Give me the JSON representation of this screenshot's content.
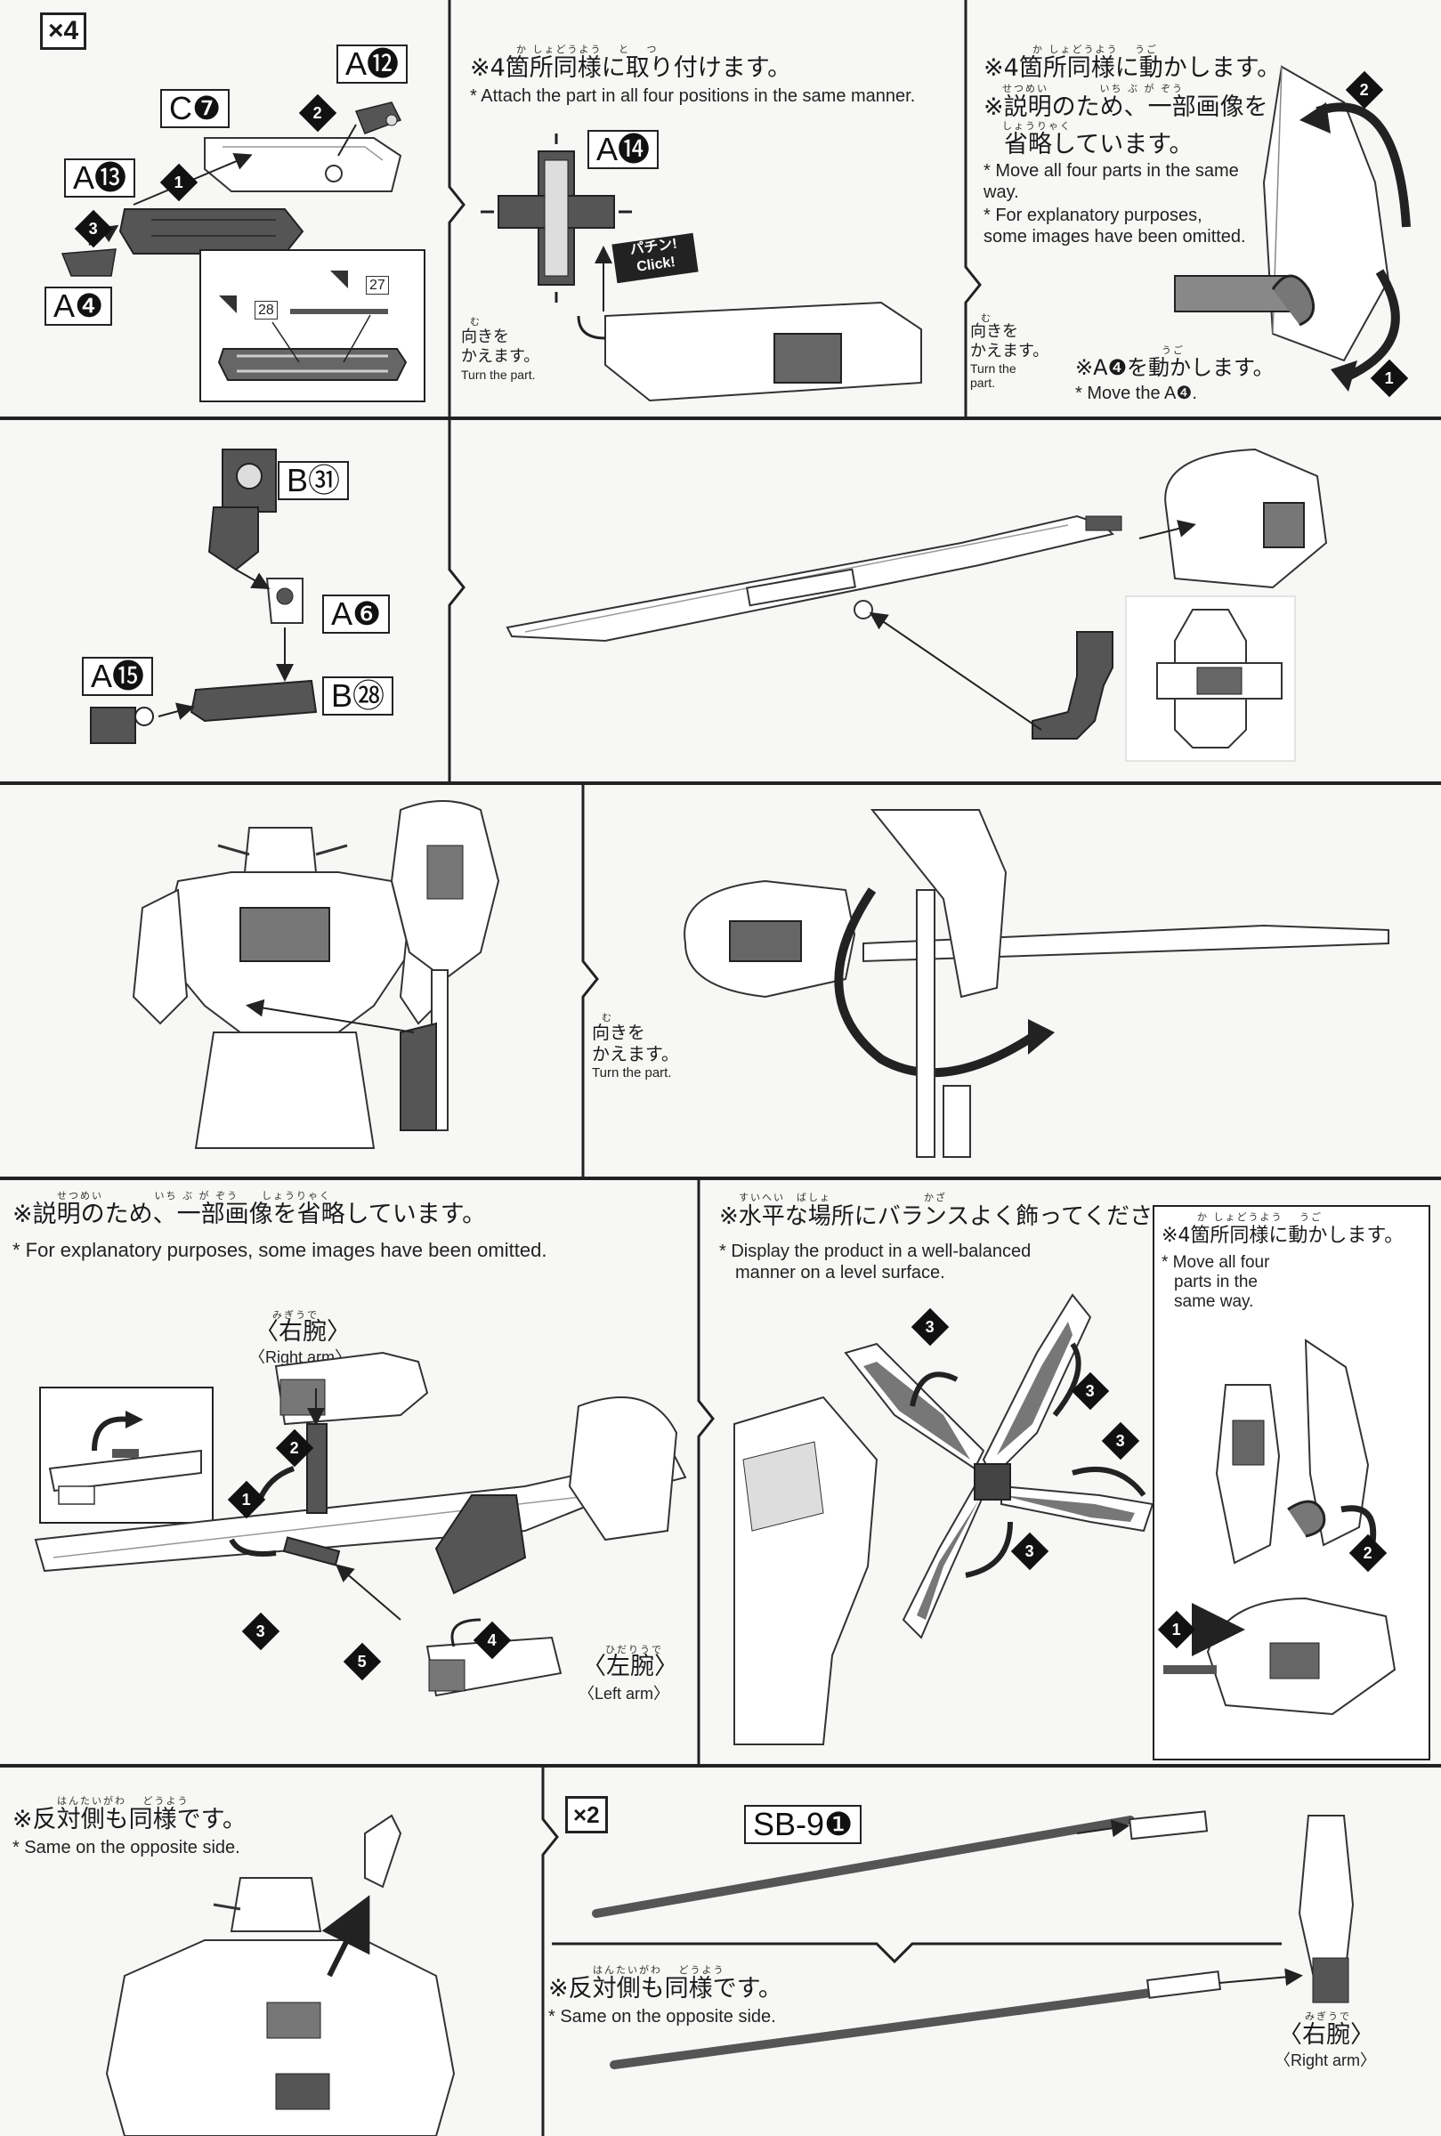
{
  "row1": {
    "multiplier": "×4",
    "parts": {
      "c7": "C❼",
      "a12": "A⓬",
      "a13": "A⓭",
      "a4": "A❹",
      "num28": "28",
      "num27": "27"
    },
    "middle": {
      "ruby": "か しょどうよう　 と　 つ",
      "jp": "※4箇所同様に取り付けます。",
      "en": "* Attach the part in all four positions in the same manner.",
      "part": "A⓮",
      "click_jp": "パチン!",
      "click_en": "Click!",
      "turn_ruby": "む",
      "turn_jp1": "向きを",
      "turn_jp2": "かえます。",
      "turn_en": "Turn the part."
    },
    "right": {
      "ruby1": "か しょどうよう　 うご",
      "jp1": "※4箇所同様に動かします。",
      "ruby2": "せつめい　　　　 いち ぶ が ぞう",
      "jp2": "※説明のため、一部画像を",
      "ruby3": "しょうりゃく",
      "jp3": "省略しています。",
      "en1": "* Move all four parts in the same way.",
      "en2": "* For explanatory purposes, some images have been omitted.",
      "turn_ruby": "む",
      "turn_jp1": "向きを",
      "turn_jp2": "かえます。",
      "turn_en1": "Turn the",
      "turn_en2": "part.",
      "move_ruby": "うご",
      "move_jp": "※A❹を動かします。",
      "move_en": "* Move the A❹."
    }
  },
  "row2": {
    "parts": {
      "b31": "B㉛",
      "a6": "A❻",
      "a15": "A⓯",
      "b28": "B㉘"
    }
  },
  "row3": {
    "turn_ruby": "む",
    "turn_jp1": "向きを",
    "turn_jp2": "かえます。",
    "turn_en": "Turn the part."
  },
  "row4": {
    "left": {
      "ruby": "せつめい　　　　 いち ぶ が ぞう　　しょうりゃく",
      "jp": "※説明のため、一部画像を省略しています。",
      "en": "* For explanatory purposes, some images have been omitted.",
      "right_arm_ruby": "みぎうで",
      "right_arm_jp": "〈右腕〉",
      "right_arm_en": "〈Right arm〉",
      "left_arm_ruby": "ひだりうで",
      "left_arm_jp": "〈左腕〉",
      "left_arm_en": "〈Left arm〉"
    },
    "middle": {
      "ruby": "すいへい　ばしょ　　　　　　　　かざ",
      "jp": "※水平な場所にバランスよく飾ってください。",
      "en1": "* Display the product in a well-balanced",
      "en2": "manner on a level surface."
    },
    "right": {
      "ruby": "か しょどうよう　 うご",
      "jp": "※4箇所同様に動かします。",
      "en1": "* Move all four",
      "en2": "parts in the",
      "en3": "same way."
    }
  },
  "row5": {
    "left": {
      "ruby": "はんたいがわ　 どうよう",
      "jp": "※反対側も同様です。",
      "en": "* Same on the opposite side."
    },
    "right": {
      "multiplier": "×2",
      "part": "SB-9❶",
      "ruby": "はんたいがわ　 どうよう",
      "jp": "※反対側も同様です。",
      "en": "* Same on the opposite side.",
      "right_arm_ruby": "みぎうで",
      "right_arm_jp": "〈右腕〉",
      "right_arm_en": "〈Right arm〉"
    }
  },
  "steps": [
    "1",
    "2",
    "3",
    "4",
    "5"
  ]
}
